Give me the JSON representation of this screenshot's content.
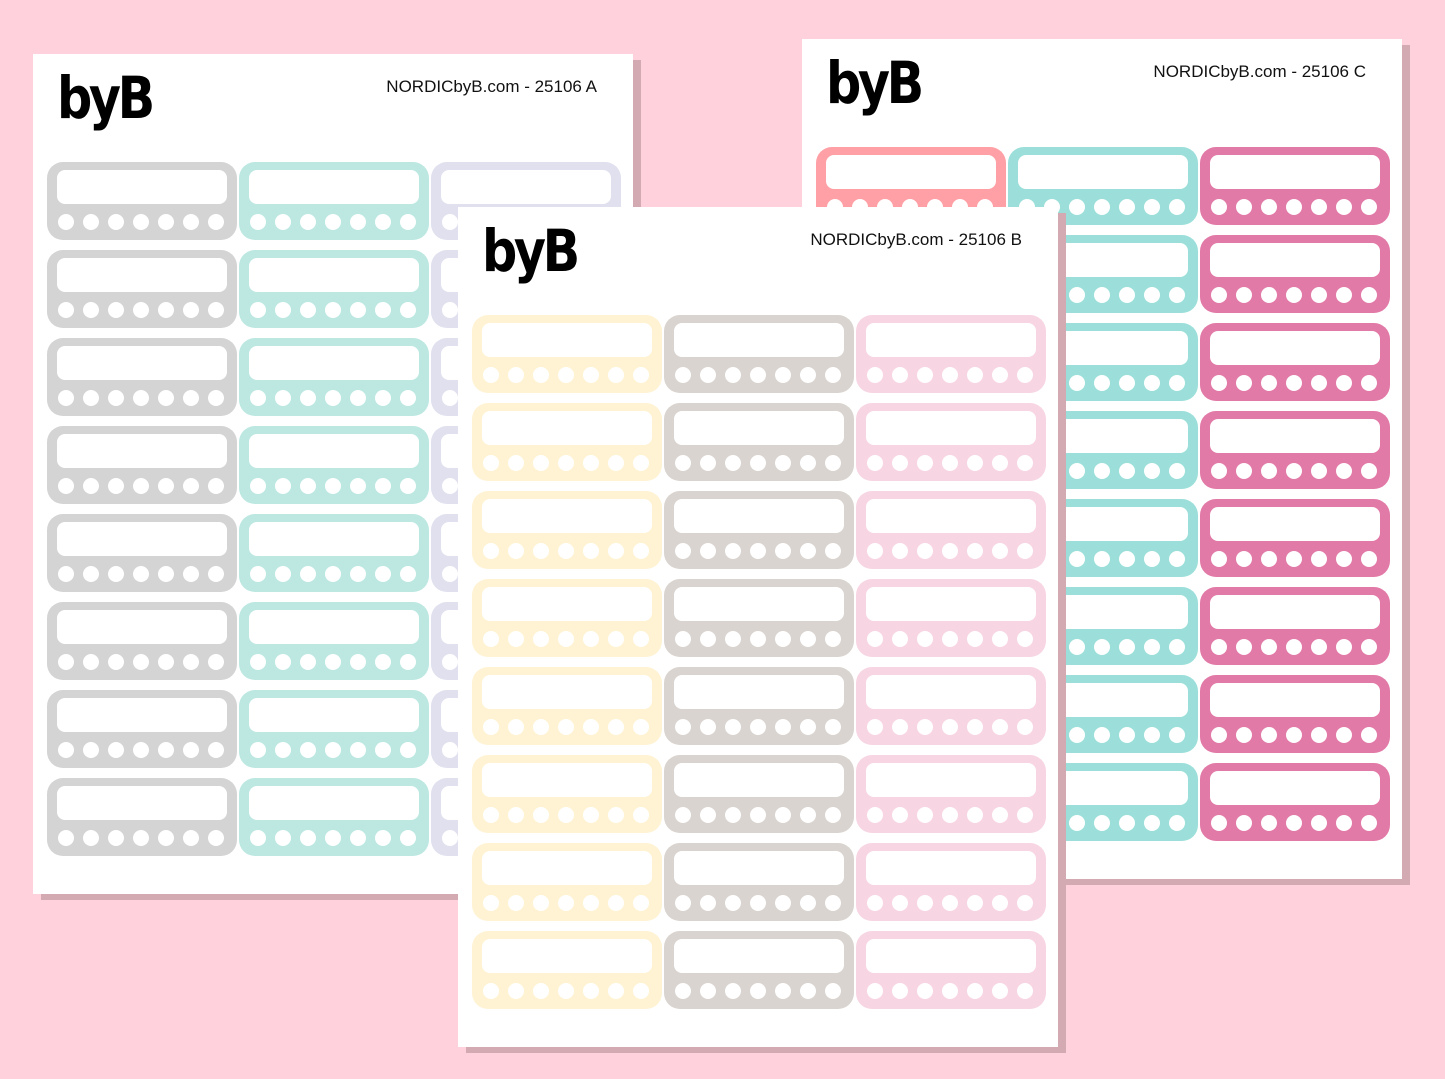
{
  "sheets": [
    {
      "id": "sheet-a",
      "logo": "byB",
      "code": "NORDICbyB.com - 25106 A",
      "colors": [
        "#d4d4d4",
        "#bde8e2",
        "#e0e0ef"
      ]
    },
    {
      "id": "sheet-c",
      "logo": "byB",
      "code": "NORDICbyB.com - 25106 C",
      "colors": [
        "#ffa0a6",
        "#9cdfda",
        "#e27aa8"
      ]
    },
    {
      "id": "sheet-b",
      "logo": "byB",
      "code": "NORDICbyB.com - 25106 B",
      "colors": [
        "#fff3d4",
        "#d9d4cf",
        "#f8d5e3"
      ]
    }
  ],
  "rows_per_sheet": 8,
  "dots_per_sticker": 7
}
